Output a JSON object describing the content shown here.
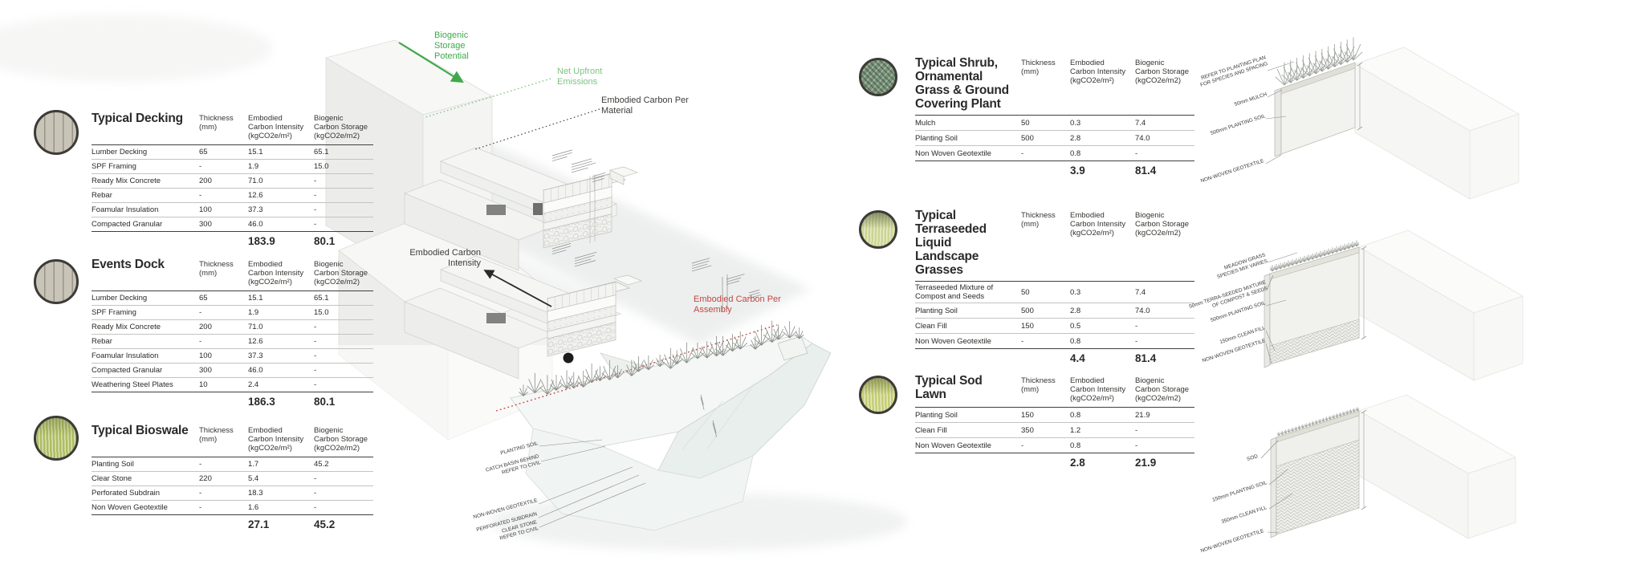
{
  "palette": {
    "accent_green": "#3FA94A",
    "accent_light_green": "#7CC482",
    "accent_red": "#C14840",
    "text": "#2B2A29"
  },
  "headers": {
    "thickness": "Thickness\n(mm)",
    "eci": "Embodied\nCarbon Intensity\n(kgCO2e/m²)",
    "bcs": "Biogenic\nCarbon Storage\n(kgCO2e/m2)"
  },
  "left_tables": [
    {
      "title": "Typical Decking",
      "icon": "wood-decking-photo",
      "rows": [
        {
          "material": "Lumber Decking",
          "thickness": "65",
          "eci": "15.1",
          "bcs": "65.1"
        },
        {
          "material": "SPF Framing",
          "thickness": "-",
          "eci": "1.9",
          "bcs": "15.0"
        },
        {
          "material": "Ready Mix Concrete",
          "thickness": "200",
          "eci": "71.0",
          "bcs": "-"
        },
        {
          "material": "Rebar",
          "thickness": "-",
          "eci": "12.6",
          "bcs": "-"
        },
        {
          "material": "Foamular Insulation",
          "thickness": "100",
          "eci": "37.3",
          "bcs": "-"
        },
        {
          "material": "Compacted Granular",
          "thickness": "300",
          "eci": "46.0",
          "bcs": "-"
        }
      ],
      "totals": {
        "eci": "183.9",
        "bcs": "80.1"
      }
    },
    {
      "title": "Events Dock",
      "icon": "wood-decking-photo",
      "rows": [
        {
          "material": "Lumber Decking",
          "thickness": "65",
          "eci": "15.1",
          "bcs": "65.1"
        },
        {
          "material": "SPF Framing",
          "thickness": "-",
          "eci": "1.9",
          "bcs": "15.0"
        },
        {
          "material": "Ready Mix Concrete",
          "thickness": "200",
          "eci": "71.0",
          "bcs": "-"
        },
        {
          "material": "Rebar",
          "thickness": "-",
          "eci": "12.6",
          "bcs": "-"
        },
        {
          "material": "Foamular Insulation",
          "thickness": "100",
          "eci": "37.3",
          "bcs": "-"
        },
        {
          "material": "Compacted Granular",
          "thickness": "300",
          "eci": "46.0",
          "bcs": "-"
        },
        {
          "material": "Weathering Steel Plates",
          "thickness": "10",
          "eci": "2.4",
          "bcs": "-"
        }
      ],
      "totals": {
        "eci": "186.3",
        "bcs": "80.1"
      }
    },
    {
      "title": "Typical Bioswale",
      "icon": "grass-photo",
      "rows": [
        {
          "material": "Planting Soil",
          "thickness": "-",
          "eci": "1.7",
          "bcs": "45.2"
        },
        {
          "material": "Clear Stone",
          "thickness": "220",
          "eci": "5.4",
          "bcs": "-"
        },
        {
          "material": "Perforated Subdrain",
          "thickness": "-",
          "eci": "18.3",
          "bcs": "-"
        },
        {
          "material": "Non Woven Geotextile",
          "thickness": "-",
          "eci": "1.6",
          "bcs": "-"
        }
      ],
      "totals": {
        "eci": "27.1",
        "bcs": "45.2"
      }
    }
  ],
  "right_tables": [
    {
      "title": "Typical Shrub,\nOrnamental\nGrass & Ground\nCovering Plant",
      "icon": "shrub-photo",
      "rows": [
        {
          "material": "Mulch",
          "thickness": "50",
          "eci": "0.3",
          "bcs": "7.4"
        },
        {
          "material": "Planting Soil",
          "thickness": "500",
          "eci": "2.8",
          "bcs": "74.0"
        },
        {
          "material": "Non Woven Geotextile",
          "thickness": "-",
          "eci": "0.8",
          "bcs": "-"
        }
      ],
      "totals": {
        "eci": "3.9",
        "bcs": "81.4"
      }
    },
    {
      "title": "Typical\nTerraseeded\nLiquid Landscape\nGrasses",
      "icon": "meadow-grass-photo",
      "rows": [
        {
          "material": "Terraseeded Mixture of Compost and Seeds",
          "thickness": "50",
          "eci": "0.3",
          "bcs": "7.4"
        },
        {
          "material": "Planting Soil",
          "thickness": "500",
          "eci": "2.8",
          "bcs": "74.0"
        },
        {
          "material": "Clean Fill",
          "thickness": "150",
          "eci": "0.5",
          "bcs": "-"
        },
        {
          "material": "Non Woven Geotextile",
          "thickness": "-",
          "eci": "0.8",
          "bcs": "-"
        }
      ],
      "totals": {
        "eci": "4.4",
        "bcs": "81.4"
      }
    },
    {
      "title": "Typical Sod Lawn",
      "icon": "sod-lawn-photo",
      "rows": [
        {
          "material": "Planting Soil",
          "thickness": "150",
          "eci": "0.8",
          "bcs": "21.9"
        },
        {
          "material": "Clean Fill",
          "thickness": "350",
          "eci": "1.2",
          "bcs": "-"
        },
        {
          "material": "Non Woven Geotextile",
          "thickness": "-",
          "eci": "0.8",
          "bcs": "-"
        }
      ],
      "totals": {
        "eci": "2.8",
        "bcs": "21.9"
      }
    }
  ],
  "diagram": {
    "labels": {
      "biogenic_storage": "Biogenic\nStorage\nPotential",
      "net_upfront": "Net Upfront\nEmissions",
      "per_material": "Embodied Carbon Per\nMaterial",
      "intensity": "Embodied Carbon\nIntensity",
      "per_assembly": "Embodied Carbon Per\nAssembly"
    },
    "section_labels": [
      "PLANTING SOIL",
      "CATCH BASIN BEHIND\nREFER TO CIVIL",
      "NON-WOVEN GEOTEXTILE",
      "PERFORATED SUBDRAIN",
      "CLEAR STONE\nREFER TO CIVIL"
    ]
  },
  "right_diagrams": [
    {
      "labels": [
        "REFER TO PLANTING PLAN\nFOR SPECIES AND SPACING",
        "50mm MULCH",
        "500mm PLANTING SOIL",
        "NON-WOVEN GEOTEXTILE"
      ]
    },
    {
      "labels": [
        "MEADOW GRASS\nSPECIES MIX VARIES",
        "50mm TERRA-SEEDED MIXTURE\nOF COMPOST & SEEDS",
        "500mm PLANTING SOIL",
        "150mm CLEAN FILL",
        "NON-WOVEN GEOTEXTILE"
      ]
    },
    {
      "labels": [
        "SOD",
        "150mm PLANTING SOIL",
        "350mm CLEAN FILL",
        "NON-WOVEN GEOTEXTILE"
      ]
    }
  ]
}
